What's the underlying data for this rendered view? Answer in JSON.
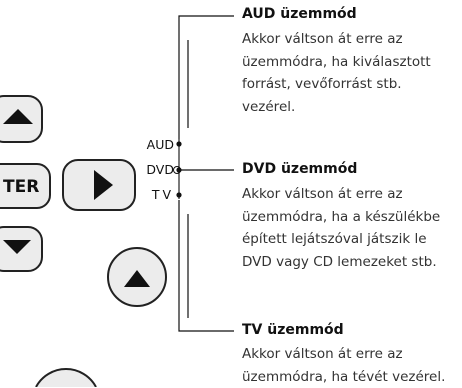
{
  "remote": {
    "enter_label": "TER",
    "buttons": [
      "up-arrow",
      "enter",
      "right-arrow",
      "down-arrow",
      "round-up",
      "round"
    ]
  },
  "switch": {
    "positions": [
      {
        "id": "aud",
        "label": "AUD"
      },
      {
        "id": "dvd",
        "label": "DVD"
      },
      {
        "id": "tv",
        "label": "TV"
      }
    ]
  },
  "modes": [
    {
      "id": "aud",
      "title": "AUD üzemmód",
      "lines": [
        "Akkor váltson át erre az",
        "üzemmódra, ha kiválasztott",
        "forrást, vevőforrást stb.",
        "vezérel."
      ]
    },
    {
      "id": "dvd",
      "title": "DVD üzemmód",
      "lines": [
        "Akkor váltson át erre az",
        "üzemmódra, ha a készülékbe",
        "épített lejátszóval játszik le",
        "DVD vagy CD lemezeket stb."
      ]
    },
    {
      "id": "tv",
      "title": "TV üzemmód",
      "lines": [
        "Akkor váltson át erre az",
        "üzemmódra, ha tévét vezérel."
      ]
    }
  ]
}
